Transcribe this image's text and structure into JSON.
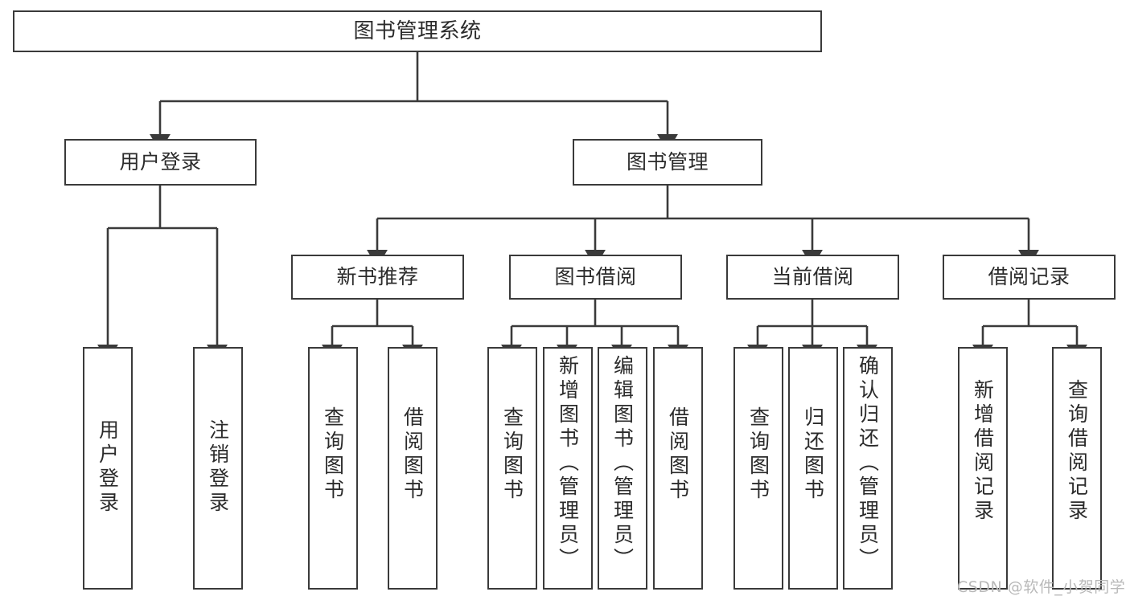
{
  "diagram": {
    "title": "图书管理系统",
    "type": "tree-hierarchy",
    "orientation": "top-down"
  },
  "nodes": {
    "root": {
      "label": "图书管理系统"
    },
    "level2": [
      {
        "id": "user-login",
        "label": "用户登录"
      },
      {
        "id": "book-manage",
        "label": "图书管理"
      }
    ],
    "level3": [
      {
        "id": "new-book-recommend",
        "label": "新书推荐"
      },
      {
        "id": "book-borrow",
        "label": "图书借阅"
      },
      {
        "id": "current-borrow",
        "label": "当前借阅"
      },
      {
        "id": "borrow-record",
        "label": "借阅记录"
      }
    ],
    "leaves": [
      {
        "id": "leaf-user-login",
        "label": "用户登录"
      },
      {
        "id": "leaf-logout-login",
        "label": "注销登录"
      },
      {
        "id": "leaf-query-book-1",
        "label": "查询图书"
      },
      {
        "id": "leaf-borrow-book-1",
        "label": "借阅图书"
      },
      {
        "id": "leaf-query-book-2",
        "label": "查询图书"
      },
      {
        "id": "leaf-add-book",
        "label": "新增图书（管理员）"
      },
      {
        "id": "leaf-edit-book",
        "label": "编辑图书（管理员）"
      },
      {
        "id": "leaf-borrow-book-2",
        "label": "借阅图书"
      },
      {
        "id": "leaf-query-book-3",
        "label": "查询图书"
      },
      {
        "id": "leaf-return-book",
        "label": "归还图书"
      },
      {
        "id": "leaf-confirm-return",
        "label": "确认归还（管理员）"
      },
      {
        "id": "leaf-add-record",
        "label": "新增借阅记录"
      },
      {
        "id": "leaf-query-record",
        "label": "查询借阅记录"
      }
    ]
  },
  "watermark": {
    "text": "CSDN @软件_小贺同学"
  },
  "colors": {
    "stroke": "#3a3a3a",
    "fill": "#ffffff",
    "text": "#2b2b2b",
    "watermark": "#b9b9b9"
  }
}
